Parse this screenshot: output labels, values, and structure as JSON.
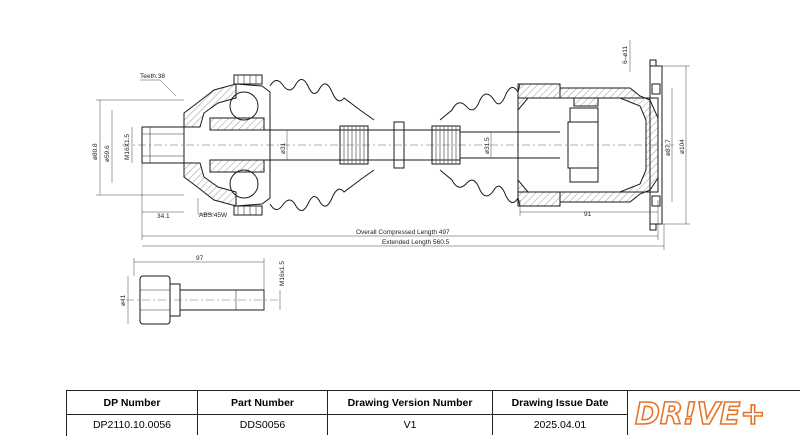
{
  "drawing": {
    "teeth_label": "Teeth:38",
    "abs_label": "ABS:45W",
    "overall_length_label": "Overall  Compressed  Length  497",
    "extended_length_label": "Extended  Length  560.5",
    "dim_34_1": "34.1",
    "dim_91": "91",
    "dim_97": "97",
    "dim_phi80_8": "ø80.8",
    "dim_phi59_6": "ø59.6",
    "dim_m16x1_5": "M16X1.5",
    "dim_phi31": "ø31",
    "dim_phi31_5": "ø31.5",
    "dim_phi87_7": "ø87.7",
    "dim_phi104": "ø104",
    "dim_6_phi11": "6–ø11",
    "dim_phi41": "ø41",
    "dim_m16x1_5_bolt": "M16x1.5"
  },
  "title_block": {
    "headers": [
      "DP Number",
      "Part Number",
      "Drawing Version Number",
      "Drawing Issue Date"
    ],
    "values": [
      "DP2110.10.0056",
      "DDS0056",
      "V1",
      "2025.04.01"
    ],
    "logo_text": "DR!VE+",
    "logo_color": "#e8742a"
  }
}
